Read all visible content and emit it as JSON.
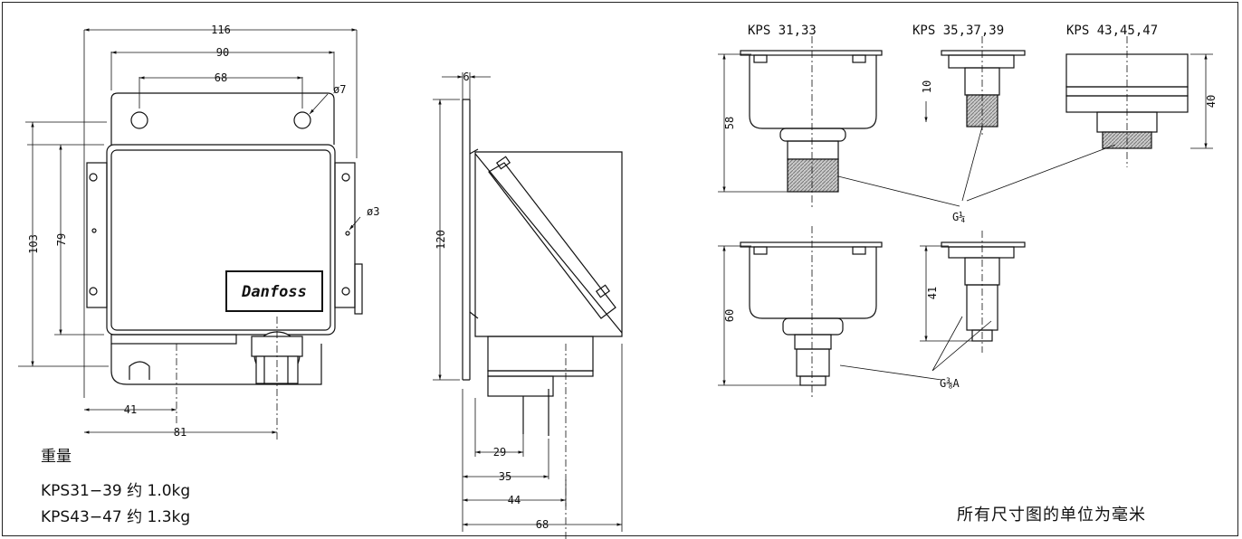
{
  "front_view": {
    "dim_116": "116",
    "dim_90": "90",
    "dim_68": "68",
    "dim_hole": "ø7",
    "dim_hole_small": "ø3",
    "dim_103": "103",
    "dim_79": "79",
    "dim_41": "41",
    "dim_81": "81",
    "logo": "Danfoss"
  },
  "side_view": {
    "dim_6": "6",
    "dim_120": "120",
    "dim_29": "29",
    "dim_35": "35",
    "dim_44": "44",
    "dim_68": "68"
  },
  "connections": {
    "label_kps31": "KPS  31,33",
    "label_kps35": "KPS  35,37,39",
    "label_kps43": "KPS  43,45,47",
    "dim_58": "58",
    "dim_10": "10",
    "dim_40": "40",
    "dim_60": "60",
    "dim_41": "41",
    "thread_g14": "G¼",
    "thread_g38a": "G⅜A"
  },
  "weight": {
    "title": "重量",
    "line1": "KPS31−39 约 1.0kg",
    "line2": "KPS43−47 约 1.3kg"
  },
  "units_note": "所有尺寸图的单位为毫米"
}
